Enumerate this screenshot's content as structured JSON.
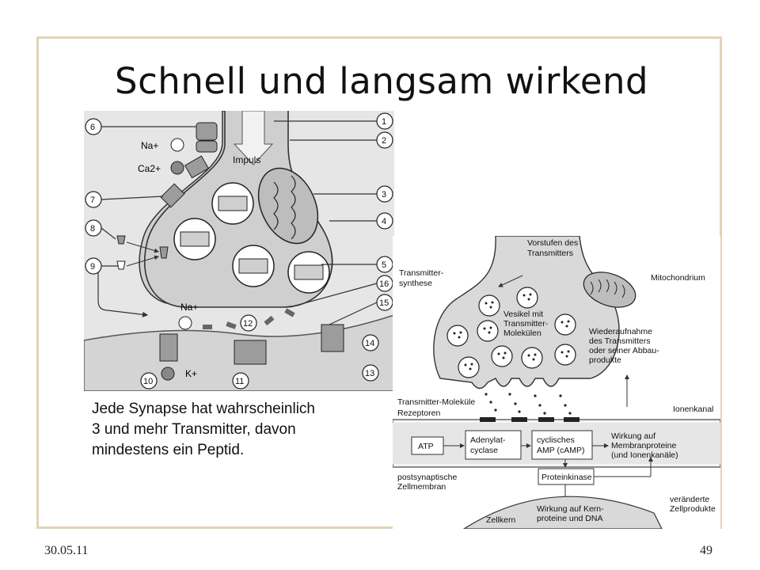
{
  "slide": {
    "title": "Schnell und langsam wirkend",
    "caption_lines": [
      "Jede Synapse hat wahrscheinlich",
      "3 und mehr Transmitter, davon",
      "mindestens ein Peptid."
    ],
    "date": "30.05.11",
    "page_number": "49"
  },
  "diagram_left": {
    "impulse_label": "Impuls",
    "ion_labels": {
      "na_top": "Na+",
      "ca": "Ca2+",
      "na_bottom": "Na+",
      "k": "K+"
    },
    "numbers": [
      "1",
      "2",
      "3",
      "4",
      "5",
      "6",
      "7",
      "8",
      "9",
      "10",
      "11",
      "12",
      "13",
      "14",
      "15",
      "16"
    ]
  },
  "diagram_right": {
    "labels": {
      "precursor": [
        "Vorstufen des",
        "Transmitters"
      ],
      "mitochondrion": "Mitochondrium",
      "synthesis": [
        "Transmitter-",
        "synthese"
      ],
      "vesicles": [
        "Vesikel mit",
        "Transmitter-",
        "Molekülen"
      ],
      "reuptake": [
        "Wiederaufnahme",
        "des Transmitters",
        "oder seiner Abbau-",
        "produkte"
      ],
      "molecules": "Transmitter-Moleküle",
      "receptors": "Rezeptoren",
      "ion_channel": "Ionenkanal",
      "atp": "ATP",
      "adenylate_cyclase": [
        "Adenylat-",
        "cyclase"
      ],
      "camp": [
        "cyclisches",
        "AMP (cAMP)"
      ],
      "membrane_effect": [
        "Wirkung auf",
        "Membranproteine",
        "(und Ionenkanäle)"
      ],
      "protein_kinase": "Proteinkinase",
      "postsynaptic_membrane": [
        "postsynaptische",
        "Zellmembran"
      ],
      "nuclear_effect": [
        "Wirkung auf Kern-",
        "proteine und DNA"
      ],
      "nucleus": "Zellkern",
      "changed_products": [
        "veränderte",
        "Zellprodukte"
      ]
    }
  }
}
